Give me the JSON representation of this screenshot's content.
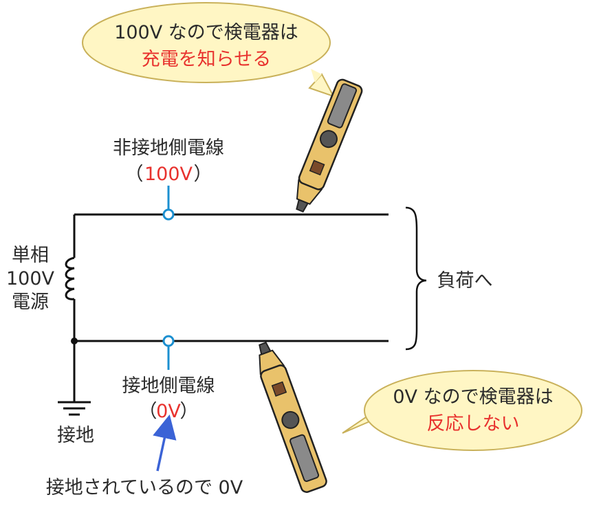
{
  "colors": {
    "wire": "#111111",
    "tap": "#1b8fd0",
    "red_text": "#e8322e",
    "bubble_fill": "#fff6c4",
    "bubble_stroke": "#c9b15a",
    "arrow": "#3b63d6",
    "tester_body": "#e9c26b",
    "tester_window": "#8a8a8a",
    "tester_button": "#7a4a2a"
  },
  "hot_wire": {
    "label": "非接地側電線",
    "paren_open": "（",
    "voltage": "100V",
    "paren_close": "）"
  },
  "ground_wire": {
    "label": "接地側電線",
    "paren_open": "（",
    "voltage": "0V",
    "paren_close": "）"
  },
  "source": {
    "line1": "単相",
    "line2": "100V",
    "line3": "電源"
  },
  "ground_label": "接地",
  "load_label": "負荷へ",
  "bubble_top": {
    "line1": "100V なので検電器は",
    "line2": "充電を知らせる"
  },
  "bubble_bottom": {
    "line1": "0V なので検電器は",
    "line2": "反応しない"
  },
  "note": "接地されているので 0V",
  "icons": {
    "coil": "inductor-coil-icon",
    "ground": "ground-symbol-icon",
    "tester": "voltage-tester-icon"
  }
}
